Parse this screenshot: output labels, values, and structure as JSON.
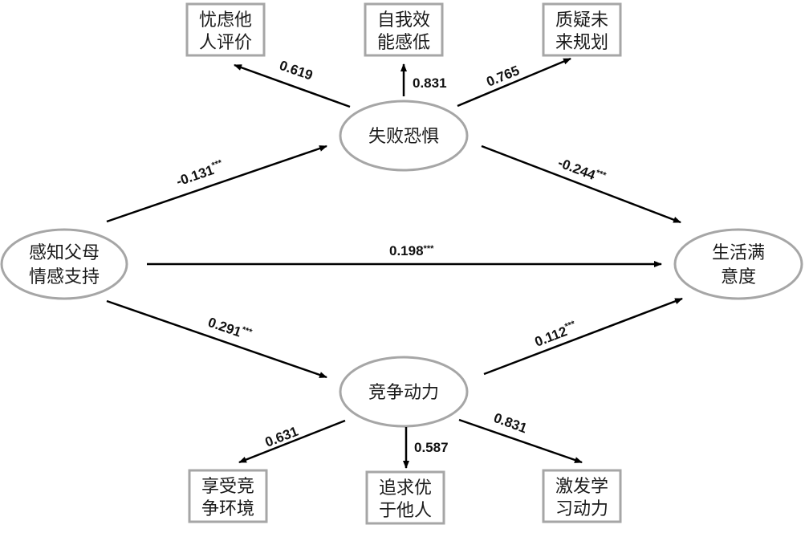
{
  "nodes": {
    "parent_support": [
      "感知父母",
      "情感支持"
    ],
    "fear_of_failure": [
      "失败恐惧"
    ],
    "competitive_drive": [
      "竞争动力"
    ],
    "life_satisfaction": [
      "生活满",
      "意度"
    ],
    "worry_evaluation": [
      "忧虑他",
      "人评价"
    ],
    "low_efficacy": [
      "自我效",
      "能感低"
    ],
    "doubt_future": [
      "质疑未",
      "来规划"
    ],
    "enjoy_competition": [
      "享受竞",
      "争环境"
    ],
    "pursue_excellence": [
      "追求优",
      "于他人"
    ],
    "motivate_learning": [
      "激发学",
      "习动力"
    ]
  },
  "paths": {
    "support_to_fear": {
      "value": "-0.131",
      "sig": "***"
    },
    "fear_to_satisfaction": {
      "value": "-0.244",
      "sig": "***"
    },
    "support_to_satisfaction": {
      "value": "0.198",
      "sig": "***"
    },
    "support_to_drive": {
      "value": "0.291",
      "sig": "***"
    },
    "drive_to_satisfaction": {
      "value": "0.112",
      "sig": "***"
    }
  },
  "loadings": {
    "fear_worry": "0.619",
    "fear_efficacy": "0.831",
    "fear_future": "0.765",
    "drive_enjoy": "0.631",
    "drive_pursue": "0.587",
    "drive_motivate": "0.831"
  },
  "colors": {
    "shape_stroke": "#a6a6a6",
    "arrow": "#000000",
    "text": "#1a1a1a"
  }
}
